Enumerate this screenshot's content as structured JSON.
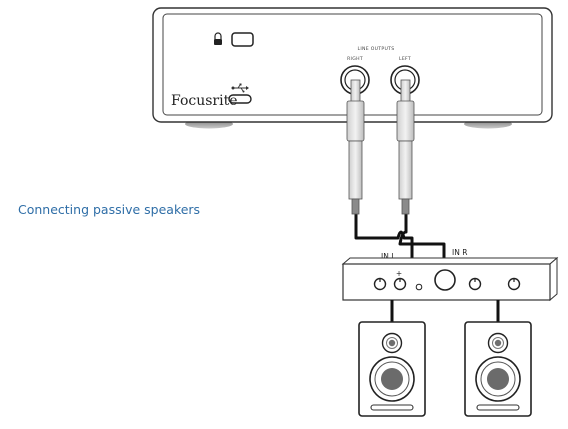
{
  "caption": "Connecting passive speakers",
  "interface": {
    "brand": "Focusrite",
    "outputs_heading": "LINE OUTPUTS",
    "output_right": "RIGHT",
    "output_left": "LEFT"
  },
  "amplifier": {
    "input_left": "IN L",
    "input_right": "IN R",
    "control_mark": "+"
  },
  "colors": {
    "caption": "#2f6ea7",
    "outline": "#333333",
    "cable": "#111111"
  },
  "icons": [
    "lock-icon",
    "usb-icon",
    "usb-c-port-icon",
    "speaker-woofer-icon",
    "speaker-tweeter-icon"
  ]
}
